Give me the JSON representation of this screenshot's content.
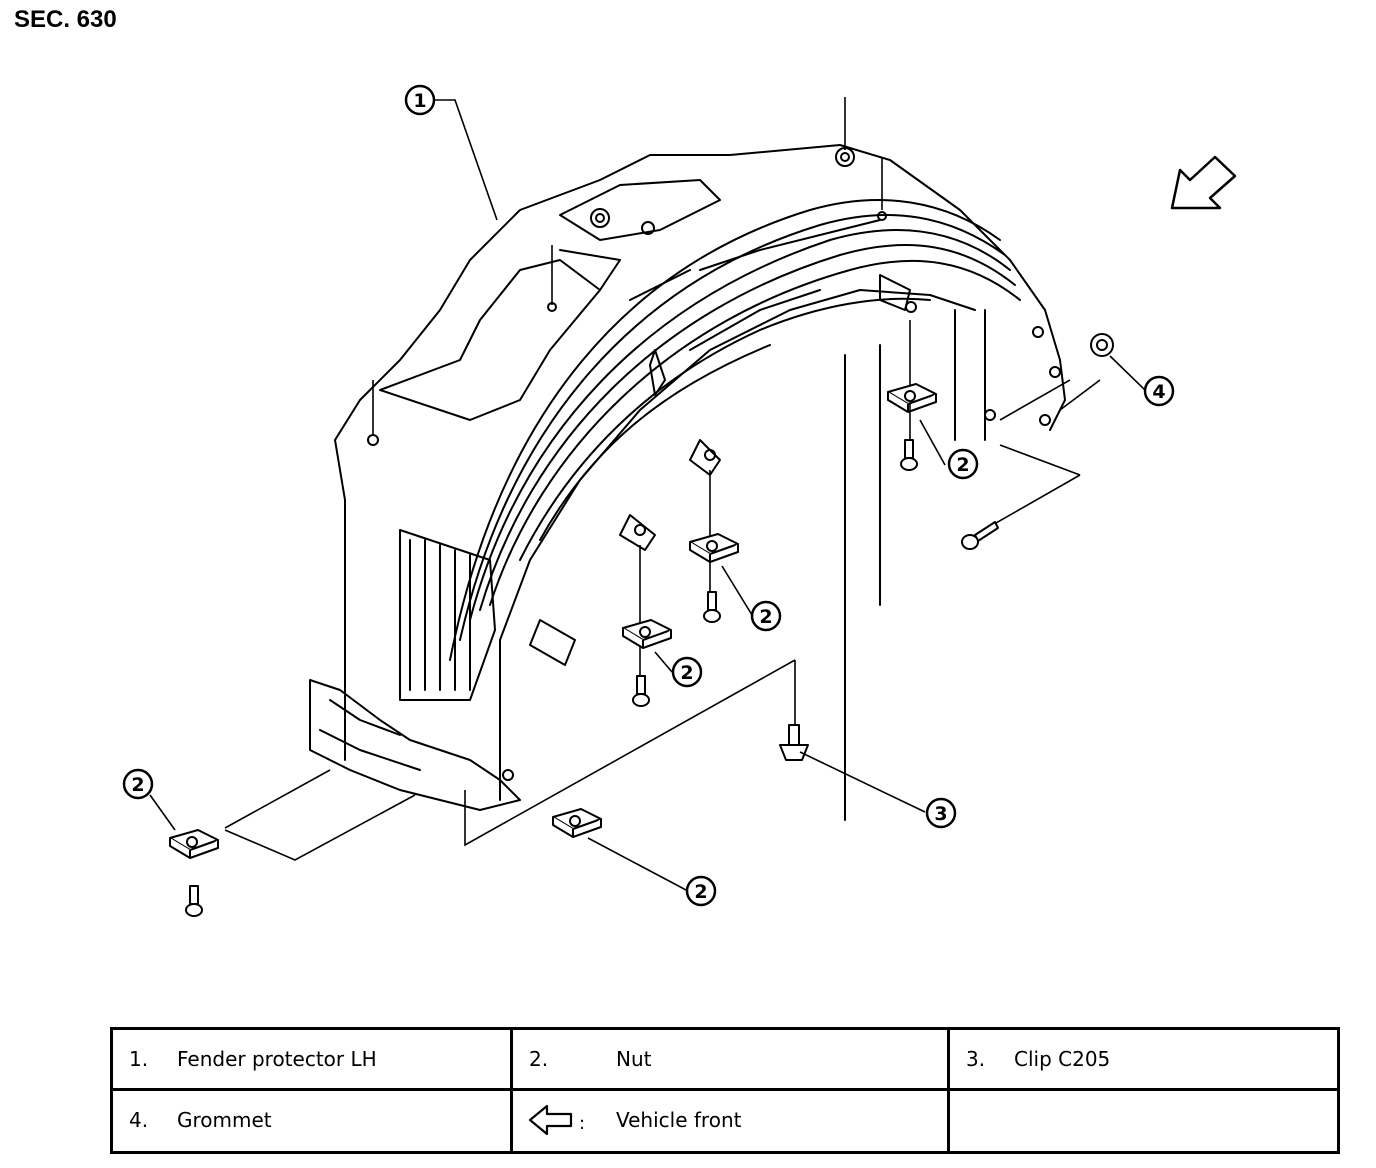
{
  "section": "SEC. 630",
  "callouts": [
    "1",
    "2",
    "3",
    "4"
  ],
  "legend": {
    "items": [
      {
        "num": "1.",
        "label": "Fender protector LH"
      },
      {
        "num": "2.",
        "label": "Nut"
      },
      {
        "num": "3.",
        "label": "Clip C205"
      },
      {
        "num": "4.",
        "label": "Grommet"
      }
    ],
    "front_symbol": ":",
    "front_label": "Vehicle front"
  }
}
